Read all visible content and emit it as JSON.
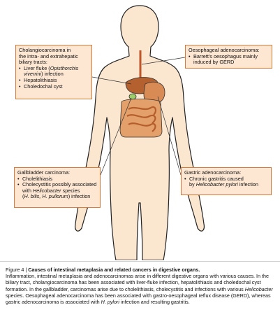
{
  "boxes": {
    "cholangio": {
      "title_lines": [
        "Cholangiocarcinoma in",
        "the intra- and extrahepatic",
        "biliary tracts:"
      ],
      "items": [
        {
          "pre": "Liver fluke (",
          "italic": "Opisthorchis viverrini",
          "post": ") infection"
        },
        {
          "pre": "Hepatolithiasis",
          "italic": "",
          "post": ""
        },
        {
          "pre": "Choledochal cyst",
          "italic": "",
          "post": ""
        }
      ]
    },
    "oesophageal": {
      "title": "Oesophageal adenocarcinoma:",
      "items": [
        "Barrett's oesophagus mainly induced by GERD"
      ]
    },
    "gallbladder": {
      "title": "Gallbladder carcinoma:",
      "item1": "Cholelithiasis",
      "item2_pre": "Cholecystitis possibly associated with ",
      "item2_italic": "Helicobacter",
      "item2_post": " species",
      "item2_paren_open": "(",
      "item2_paren_italic": "H. bilis, H. pullorum",
      "item2_paren_close": ") infection"
    },
    "gastric": {
      "title": "Gastric adenocarcinoma:",
      "item1": "Chronic gastritis caused",
      "item2_pre": "by ",
      "item2_italic": "Helicobacter pylori",
      "item2_post": " infection"
    }
  },
  "caption": {
    "label": "Figure 4 | ",
    "title": "Causes of intestinal metaplasia and related cancers in digestive organs.",
    "body_part1": "Inflammation, intestinal metaplasia and adenocarcinomas arise in different digestive organs with various causes. In the biliary tract, cholangiocarcinoma has been associated with liver-fluke infection, hepatolithiasis and choledochal cyst formation. In the gallbladder, carcinomas arise due to cholelithiasis, cholecystitis and infections with various ",
    "body_italic1": "Helicobacter",
    "body_part2": " species. Oesophageal adenocarcinoma has been associated with gastro-oesophageal reflux disease (GERD), whereas gastric adenocarcinoma is associated with ",
    "body_italic2": "H. pylori",
    "body_part3": " infection and resulting gastritis."
  }
}
